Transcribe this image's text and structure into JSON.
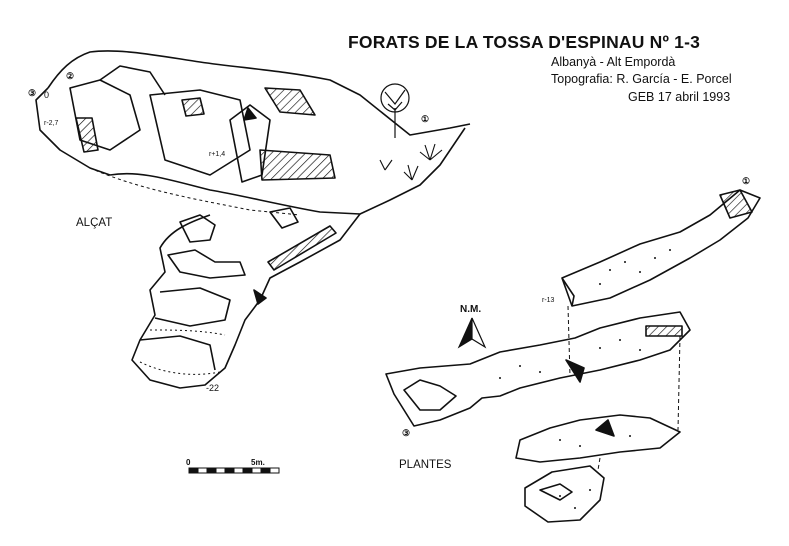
{
  "header": {
    "title": "FORATS DE LA TOSSA D'ESPINAU Nº 1-3",
    "location": "Albanyà - Alt Empordà",
    "survey": "Topografia: R. García - E. Porcel",
    "group_date": "GEB    17 abril 1993"
  },
  "labels": {
    "section": "ALÇAT",
    "plans": "PLANTES",
    "north": "N.M."
  },
  "entrances": {
    "e1": "①",
    "e2": "②",
    "e3": "③"
  },
  "depths": {
    "d0": "0",
    "d27": "r-2,7",
    "d14": "r+1,4",
    "d22": "-22",
    "d13": "r-13"
  },
  "scale": {
    "zero": "0",
    "five": "5m."
  }
}
